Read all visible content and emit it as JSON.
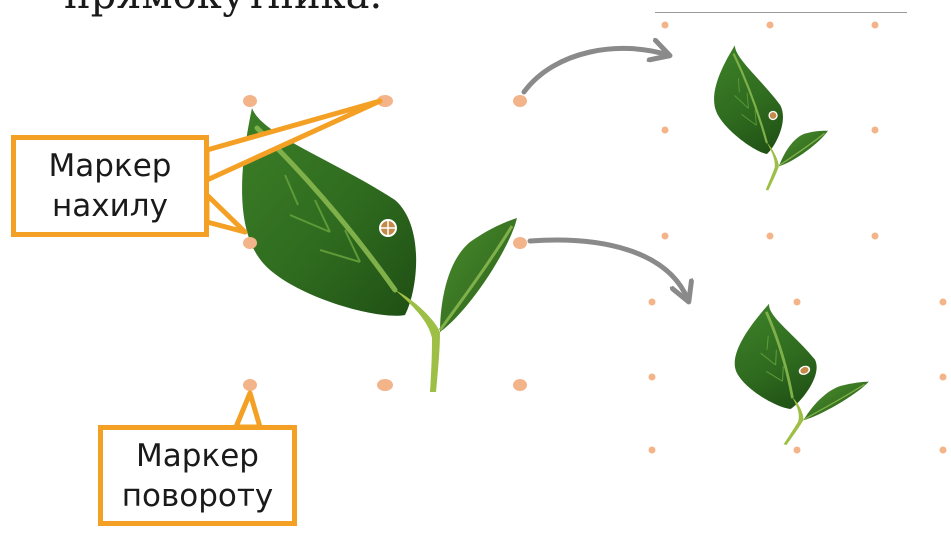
{
  "page": {
    "heading": "прямокутника."
  },
  "callouts": {
    "skew": {
      "line1": "Маркер",
      "line2": "нахилу"
    },
    "rotate": {
      "line1": "Маркер",
      "line2": "повороту"
    }
  },
  "colors": {
    "callout_border": "#f4a024",
    "marker": "#f3b48a",
    "arrow": "#8a8a8a",
    "leaf_dark": "#2f6b1f",
    "leaf_mid": "#4f9a33",
    "stem": "#9dbf45"
  }
}
